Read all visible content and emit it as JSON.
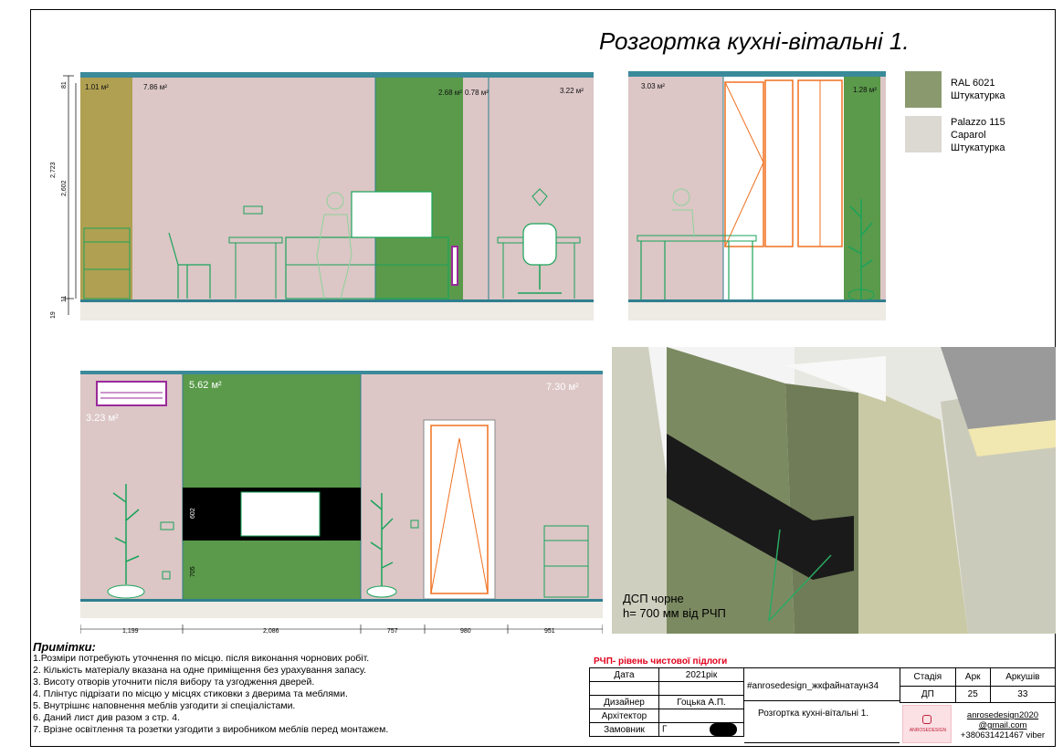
{
  "sheet": {
    "title": "Розгортка кухні-вітальні 1."
  },
  "elevation_top_left": {
    "dim_vertical": [
      "2,723",
      "2,602",
      "81",
      "11",
      "19"
    ],
    "areas": [
      "1.01 м²",
      "7.86 м²",
      "2.68 м²",
      "0.78 м²",
      "3.22 м²"
    ]
  },
  "elevation_top_right": {
    "areas": [
      "3.03 м²",
      "1.28 м²"
    ]
  },
  "elevation_bottom": {
    "areas": [
      "3.23 м²",
      "5.62 м²",
      "7.30 м²"
    ],
    "tv_dims": [
      "602",
      "705"
    ],
    "bottom_dims": [
      "1,199",
      "2,086",
      "757",
      "980",
      "951"
    ]
  },
  "legend": [
    {
      "color": "#8a9a6e",
      "text": "RAL 6021\nШтукатурка"
    },
    {
      "color": "#dcd8d2",
      "text": "Palazzo 115\nCaparol\nШтукатурка"
    }
  ],
  "render_callout": {
    "line1": "ДСП чорне",
    "line2": "h= 700 мм від РЧП"
  },
  "notes": {
    "heading": "Примітки:",
    "items": [
      "1.Розміри потребують уточнення по місцю. після виконання чорнових робіт.",
      "2. Кількість матеріалу вказана на одне приміщення без урахування запасу.",
      "3. Висоту отворів уточнити після вибору та узгодження дверей.",
      "4. Плінтус підрізати по місцю у місцях стиковки з дверима та меблями.",
      "5. Внутрішнє наповнення меблів узгодити зі спеціалістами.",
      "6. Даний лист див разом з стр. 4.",
      "7. Врізне освітлення та розетки узгодити з виробником меблів перед монтажем."
    ]
  },
  "title_block": {
    "rchp_note": "РЧП- рівень чистової підлоги",
    "date_label": "Дата",
    "date_value": "2021рік",
    "project_tag": "#anrosedesign_жкфайнатаун34",
    "designer_label": "Дизайнер",
    "designer_value": "Гоцька А.П.",
    "architect_label": "Архітектор",
    "client_label": "Замовник",
    "client_value": "Г",
    "sheet_name": "Розгортка кухні-вітальні 1.",
    "stage_label": "Стадія",
    "stage_value": "ДП",
    "sheet_label": "Арк",
    "sheet_value": "25",
    "sheets_label": "Аркушів",
    "sheets_value": "33",
    "logo_text": "ANROSEDESIGN",
    "contact_lines": [
      "anrosedesign2020",
      "@gmail.com",
      "+380631421467 viber"
    ]
  }
}
